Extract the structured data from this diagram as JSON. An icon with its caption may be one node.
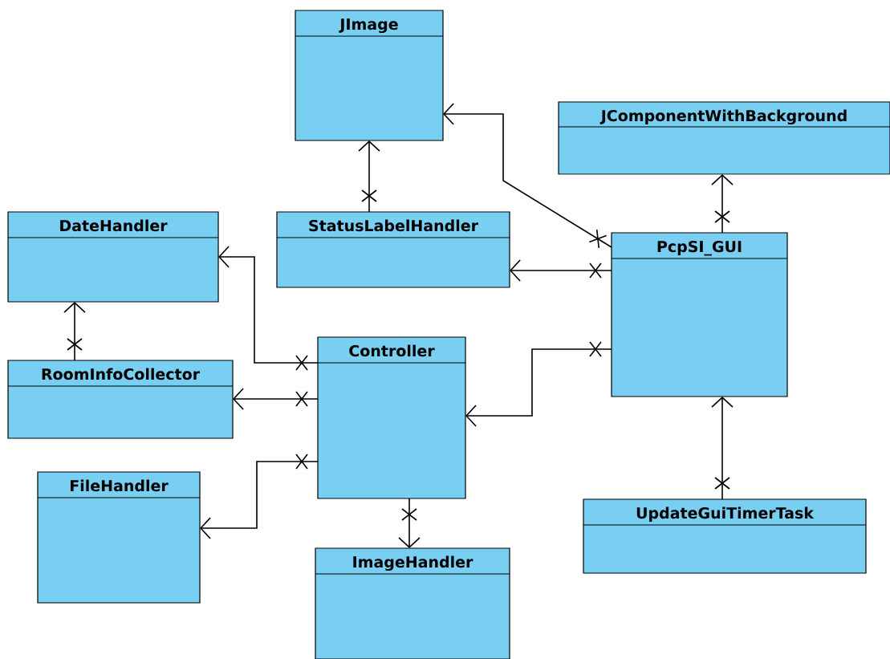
{
  "diagram": {
    "nodes": [
      {
        "text": [
          "JImage"
        ]
      },
      {
        "text": [
          "JComponentWithBackground"
        ]
      },
      {
        "text": [
          "DateHandler"
        ]
      },
      {
        "text": [
          "StatusLabelHandler"
        ]
      },
      {
        "text": [
          "PcpSI_GUI"
        ]
      },
      {
        "text": [
          "Controller"
        ]
      },
      {
        "text": [
          "RoomInfoCollector"
        ]
      },
      {
        "text": [
          "FileHandler"
        ]
      },
      {
        "text": [
          "ImageHandler"
        ]
      },
      {
        "text": [
          "UpdateGuiTimerTask"
        ]
      }
    ],
    "edges": [
      {
        "from": 3,
        "to": 0,
        "arrow": "to"
      },
      {
        "from": 4,
        "to": 0,
        "arrow": "to"
      },
      {
        "from": 4,
        "to": 1,
        "arrow": "to"
      },
      {
        "from": 4,
        "to": 3,
        "arrow": "to"
      },
      {
        "from": 4,
        "to": 5,
        "arrow": "to"
      },
      {
        "from": 5,
        "to": 2,
        "arrow": "to"
      },
      {
        "from": 6,
        "to": 2,
        "arrow": "to"
      },
      {
        "from": 5,
        "to": 6,
        "arrow": "to"
      },
      {
        "from": 5,
        "to": 7,
        "arrow": "to"
      },
      {
        "from": 5,
        "to": 8,
        "arrow": "to"
      },
      {
        "from": 9,
        "to": 4,
        "arrow": "to"
      }
    ]
  }
}
